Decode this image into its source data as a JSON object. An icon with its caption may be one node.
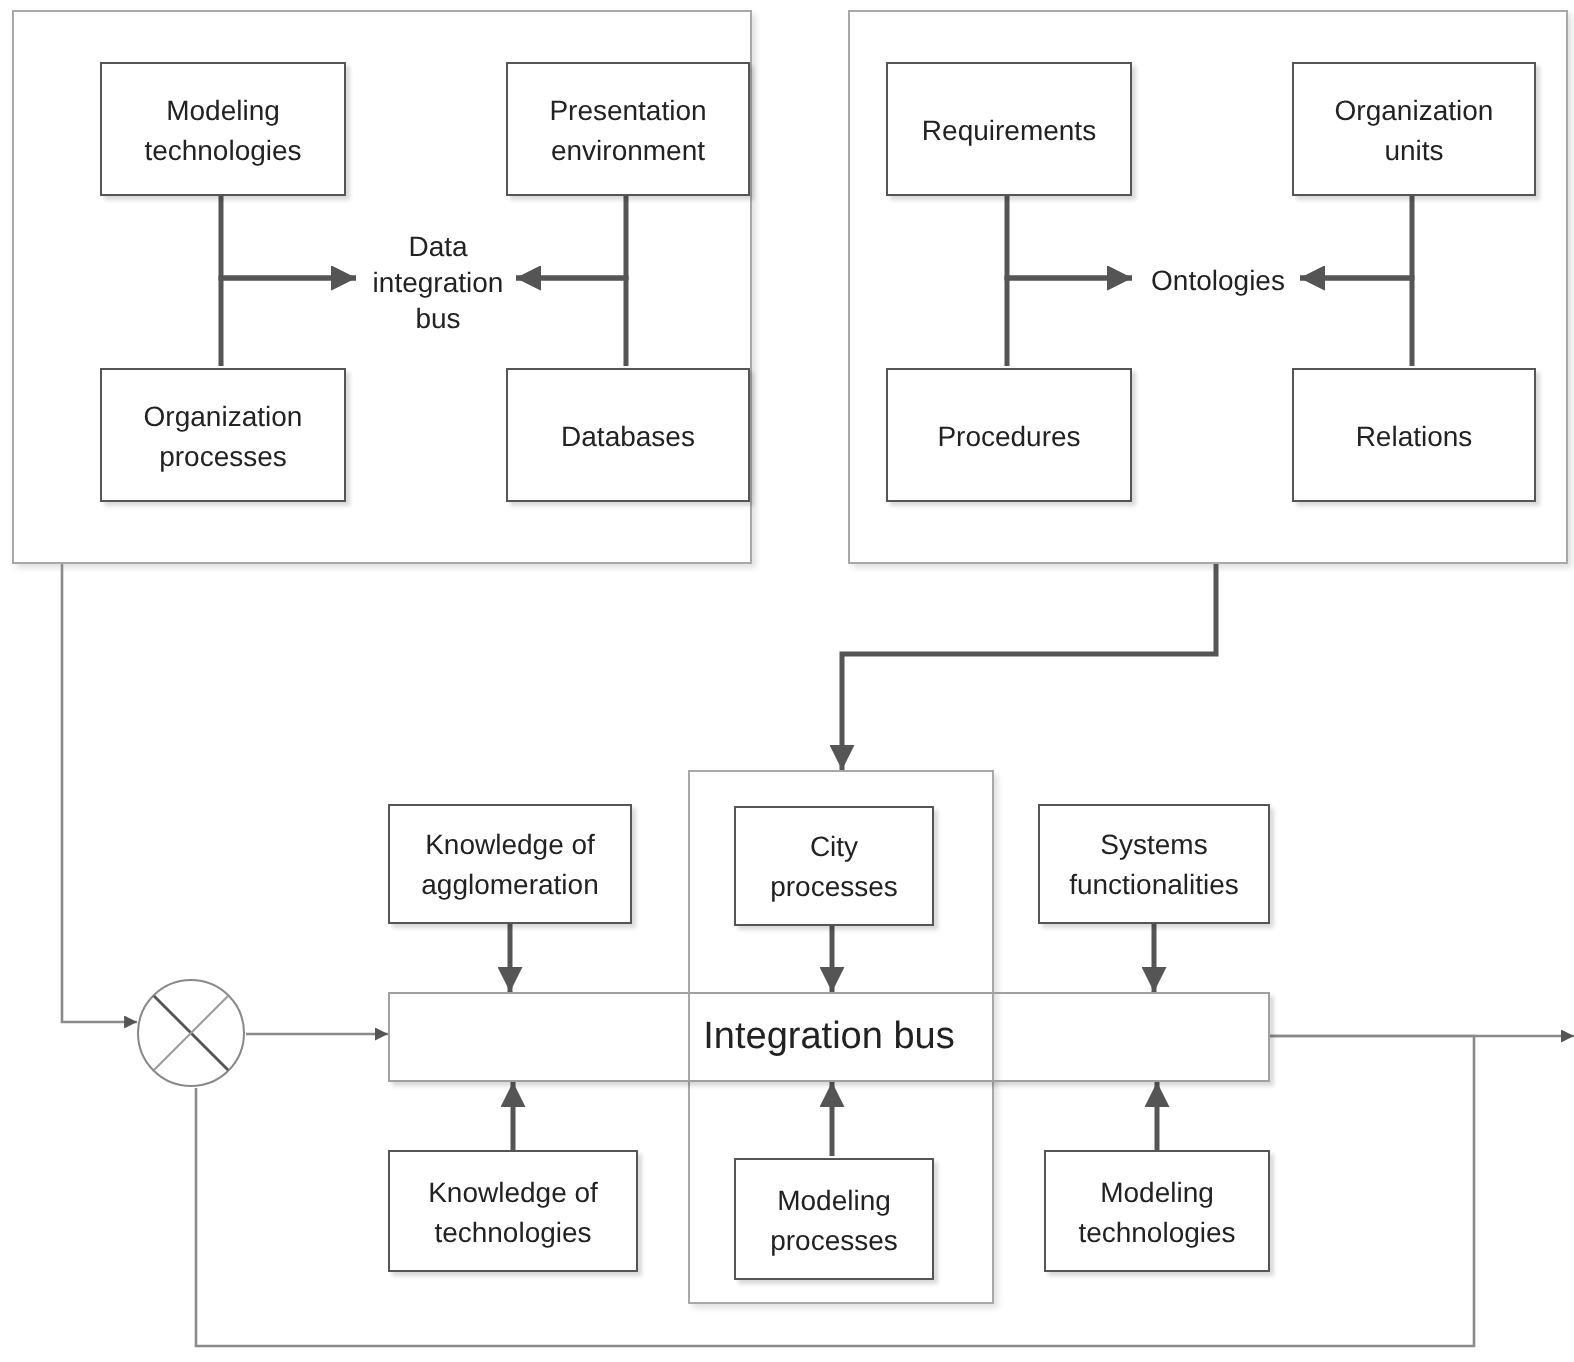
{
  "diagram": {
    "nodes": [
      {
        "text": [],
        "shape": "box"
      },
      {
        "text": [
          "Modeling technologies"
        ],
        "in": 0
      },
      {
        "text": [
          "Presentation environment"
        ],
        "in": 0
      },
      {
        "text": [
          "Data integration bus"
        ],
        "in": 0
      },
      {
        "text": [
          "Organization processes"
        ],
        "in": 0
      },
      {
        "text": [
          "Databases"
        ],
        "in": 0
      },
      {
        "text": [],
        "shape": "box"
      },
      {
        "text": [
          "Requirements"
        ],
        "in": 6
      },
      {
        "text": [
          "Organization units"
        ],
        "in": 6
      },
      {
        "text": [
          "Ontologies"
        ],
        "in": 6
      },
      {
        "text": [
          "Procedures"
        ],
        "in": 6
      },
      {
        "text": [
          "Relations"
        ],
        "in": 6
      },
      {
        "text": [],
        "shape": "box"
      },
      {
        "text": [
          "Knowledge of agglomeration"
        ]
      },
      {
        "text": [
          "City processes"
        ],
        "in": 12
      },
      {
        "text": [
          "Systems functionalities"
        ]
      },
      {
        "text": [
          "Integration bus"
        ]
      },
      {
        "text": [
          "Knowledge of technologies"
        ]
      },
      {
        "text": [
          "Modeling processes"
        ],
        "in": 12
      },
      {
        "text": [
          "Modeling technologies"
        ]
      },
      {
        "text": [],
        "shape": "circle"
      }
    ],
    "edges": [
      {
        "from": 1,
        "to": 3,
        "arrow": "to"
      },
      {
        "from": 4,
        "to": 3,
        "arrow": "to"
      },
      {
        "from": 2,
        "to": 3,
        "arrow": "to"
      },
      {
        "from": 5,
        "to": 3,
        "arrow": "to"
      },
      {
        "from": 7,
        "to": 9,
        "arrow": "to"
      },
      {
        "from": 10,
        "to": 9,
        "arrow": "to"
      },
      {
        "from": 8,
        "to": 9,
        "arrow": "to"
      },
      {
        "from": 11,
        "to": 9,
        "arrow": "to"
      },
      {
        "from": 0,
        "to": 20,
        "arrow": "to",
        "color": "#8a8a8a"
      },
      {
        "from": 6,
        "to": 12,
        "arrow": "to"
      },
      {
        "from": 13,
        "to": 16,
        "arrow": "to"
      },
      {
        "from": 14,
        "to": 16,
        "arrow": "to"
      },
      {
        "from": 15,
        "to": 16,
        "arrow": "to"
      },
      {
        "from": 17,
        "to": 16,
        "arrow": "to"
      },
      {
        "from": 18,
        "to": 16,
        "arrow": "to"
      },
      {
        "from": 19,
        "to": 16,
        "arrow": "to"
      },
      {
        "from": 20,
        "to": 16,
        "arrow": "to",
        "color": "#8a8a8a"
      },
      {
        "from": 16,
        "to": null,
        "arrow": "to",
        "color": "#8a8a8a"
      },
      {
        "from": 16,
        "to": 20,
        "arrow": "none",
        "color": "#8a8a8a"
      }
    ]
  }
}
